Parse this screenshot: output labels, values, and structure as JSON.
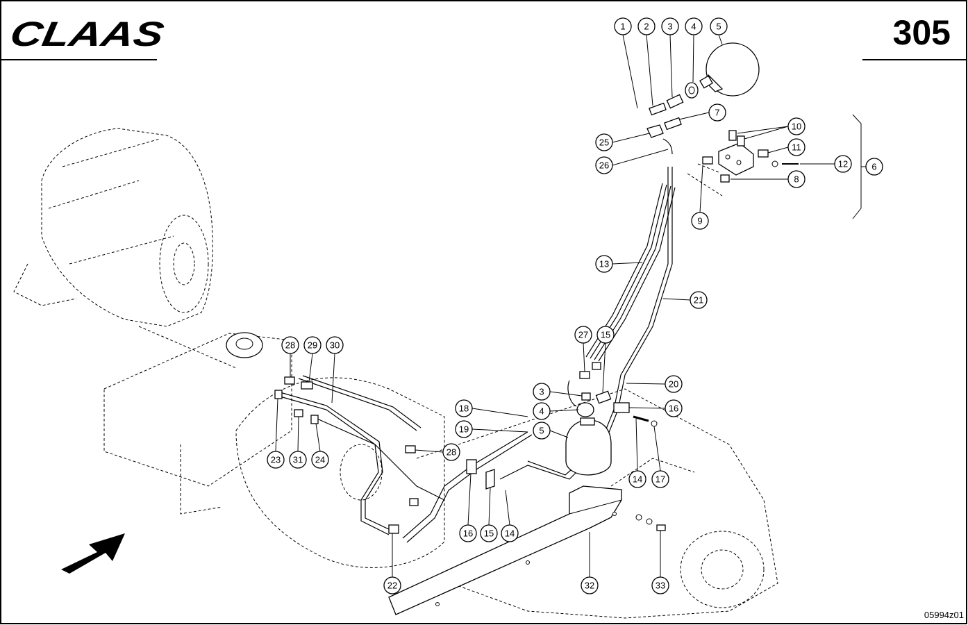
{
  "brand": {
    "name": "CLAAS"
  },
  "page": {
    "number": "305",
    "reference": "05994z01"
  },
  "diagram": {
    "callouts": [
      "1",
      "2",
      "3",
      "4",
      "5",
      "7",
      "10",
      "11",
      "12",
      "6",
      "25",
      "26",
      "8",
      "9",
      "13",
      "21",
      "27",
      "15",
      "20",
      "3",
      "16",
      "18",
      "4",
      "19",
      "5",
      "28",
      "29",
      "30",
      "23",
      "31",
      "24",
      "28",
      "14",
      "17",
      "16",
      "15",
      "14",
      "22",
      "32",
      "33"
    ]
  },
  "colors": {
    "ink": "#000000",
    "paper": "#ffffff"
  }
}
